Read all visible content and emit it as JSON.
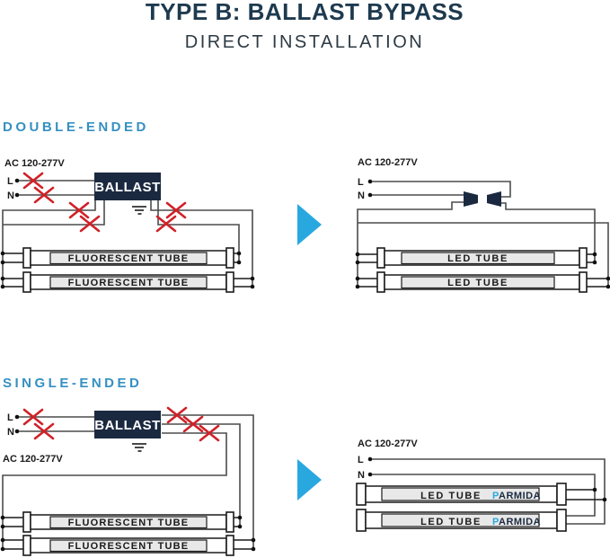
{
  "header": {
    "title": "TYPE B: BALLAST BYPASS",
    "subtitle": "DIRECT INSTALLATION"
  },
  "sections": {
    "double_ended": {
      "heading": "DOUBLE-ENDED"
    },
    "single_ended": {
      "heading": "SINGLE-ENDED"
    }
  },
  "labels": {
    "voltage": "AC 120-277V",
    "line": "L",
    "neutral": "N",
    "ballast": "BALLAST",
    "fluorescent_tube": "FLUORESCENT TUBE",
    "led_tube": "LED TUBE"
  },
  "brand": {
    "first_letter": "P",
    "rest": "ARMIDA"
  },
  "colors": {
    "title_navy": "#1e3a4f",
    "heading_blue": "#3590c2",
    "accent_blue": "#29a8e0",
    "component_navy": "#1b2940",
    "wire_gray": "#4c4c4c",
    "cut_red": "#d02128",
    "tube_label_gray": "#e8e8e8"
  }
}
